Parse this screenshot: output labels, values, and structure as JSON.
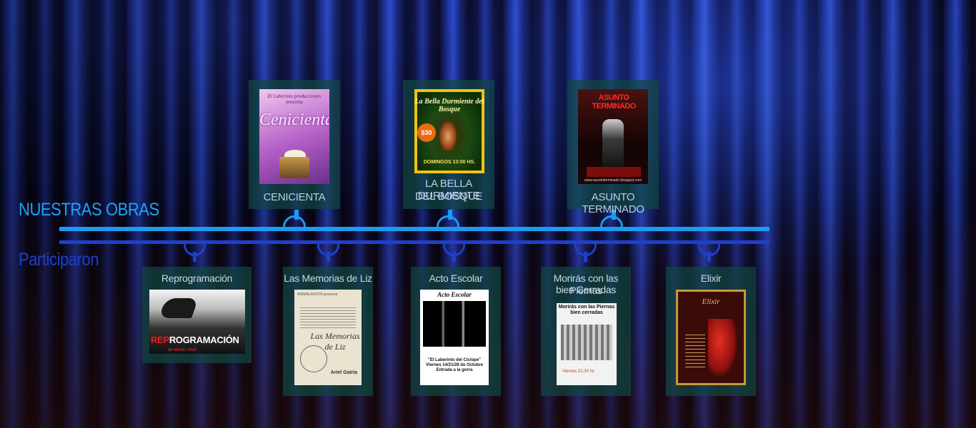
{
  "sections": {
    "obras_title": "NUESTRAS OBRAS",
    "participaron_title": "Participaron"
  },
  "obras": [
    {
      "title": "CENICIENTA",
      "poster": {
        "presenter": "El Laberinto producciones presenta",
        "headline": "Cenicienta"
      }
    },
    {
      "title_line1": "LA BELLA DURMIENTE",
      "title_line2": "DEL BOSQUE",
      "poster": {
        "headline": "La Bella Durmiente del Bosque",
        "price": "$30",
        "footer": "DOMINGOS 13:00 HS."
      }
    },
    {
      "title": "ASUNTO TERMINADO",
      "poster": {
        "headline": "ASUNTO TERMINADO",
        "footer": "www.asuntoterminado.blogspot.com"
      }
    }
  ],
  "participaron": [
    {
      "title": "Reprogramación",
      "poster": {
        "headline_red": "REP",
        "headline_white": "ROGRAMACIÓN",
        "credit": "de Martín Vitali"
      }
    },
    {
      "title": "Las Memorias de Liz",
      "poster": {
        "presenter": "ANIMALAVISTA presenta",
        "headline": "Las Memorias de Liz",
        "credit": "Ariel Gairía"
      }
    },
    {
      "title": "Acto Escolar",
      "poster": {
        "headline": "Acto Escolar",
        "venue": "\"El Laberinto del Cíclope\"",
        "date": "Viernes 14/21/28 de Octubre",
        "entry": "Entrada a la gorra"
      }
    },
    {
      "title_line1": "Morirás con las Piernas",
      "title_line2": "bien Cerradas",
      "poster": {
        "headline": "Morirás con las Piernas bien cerradas",
        "footer": "Viernes 21:30 hs"
      }
    },
    {
      "title": "Elixir",
      "poster": {
        "headline": "Elixir"
      }
    }
  ],
  "colors": {
    "primary_line": "#1b9cf2",
    "secondary_line": "#1e3fcf",
    "card_bg": "#124642"
  }
}
